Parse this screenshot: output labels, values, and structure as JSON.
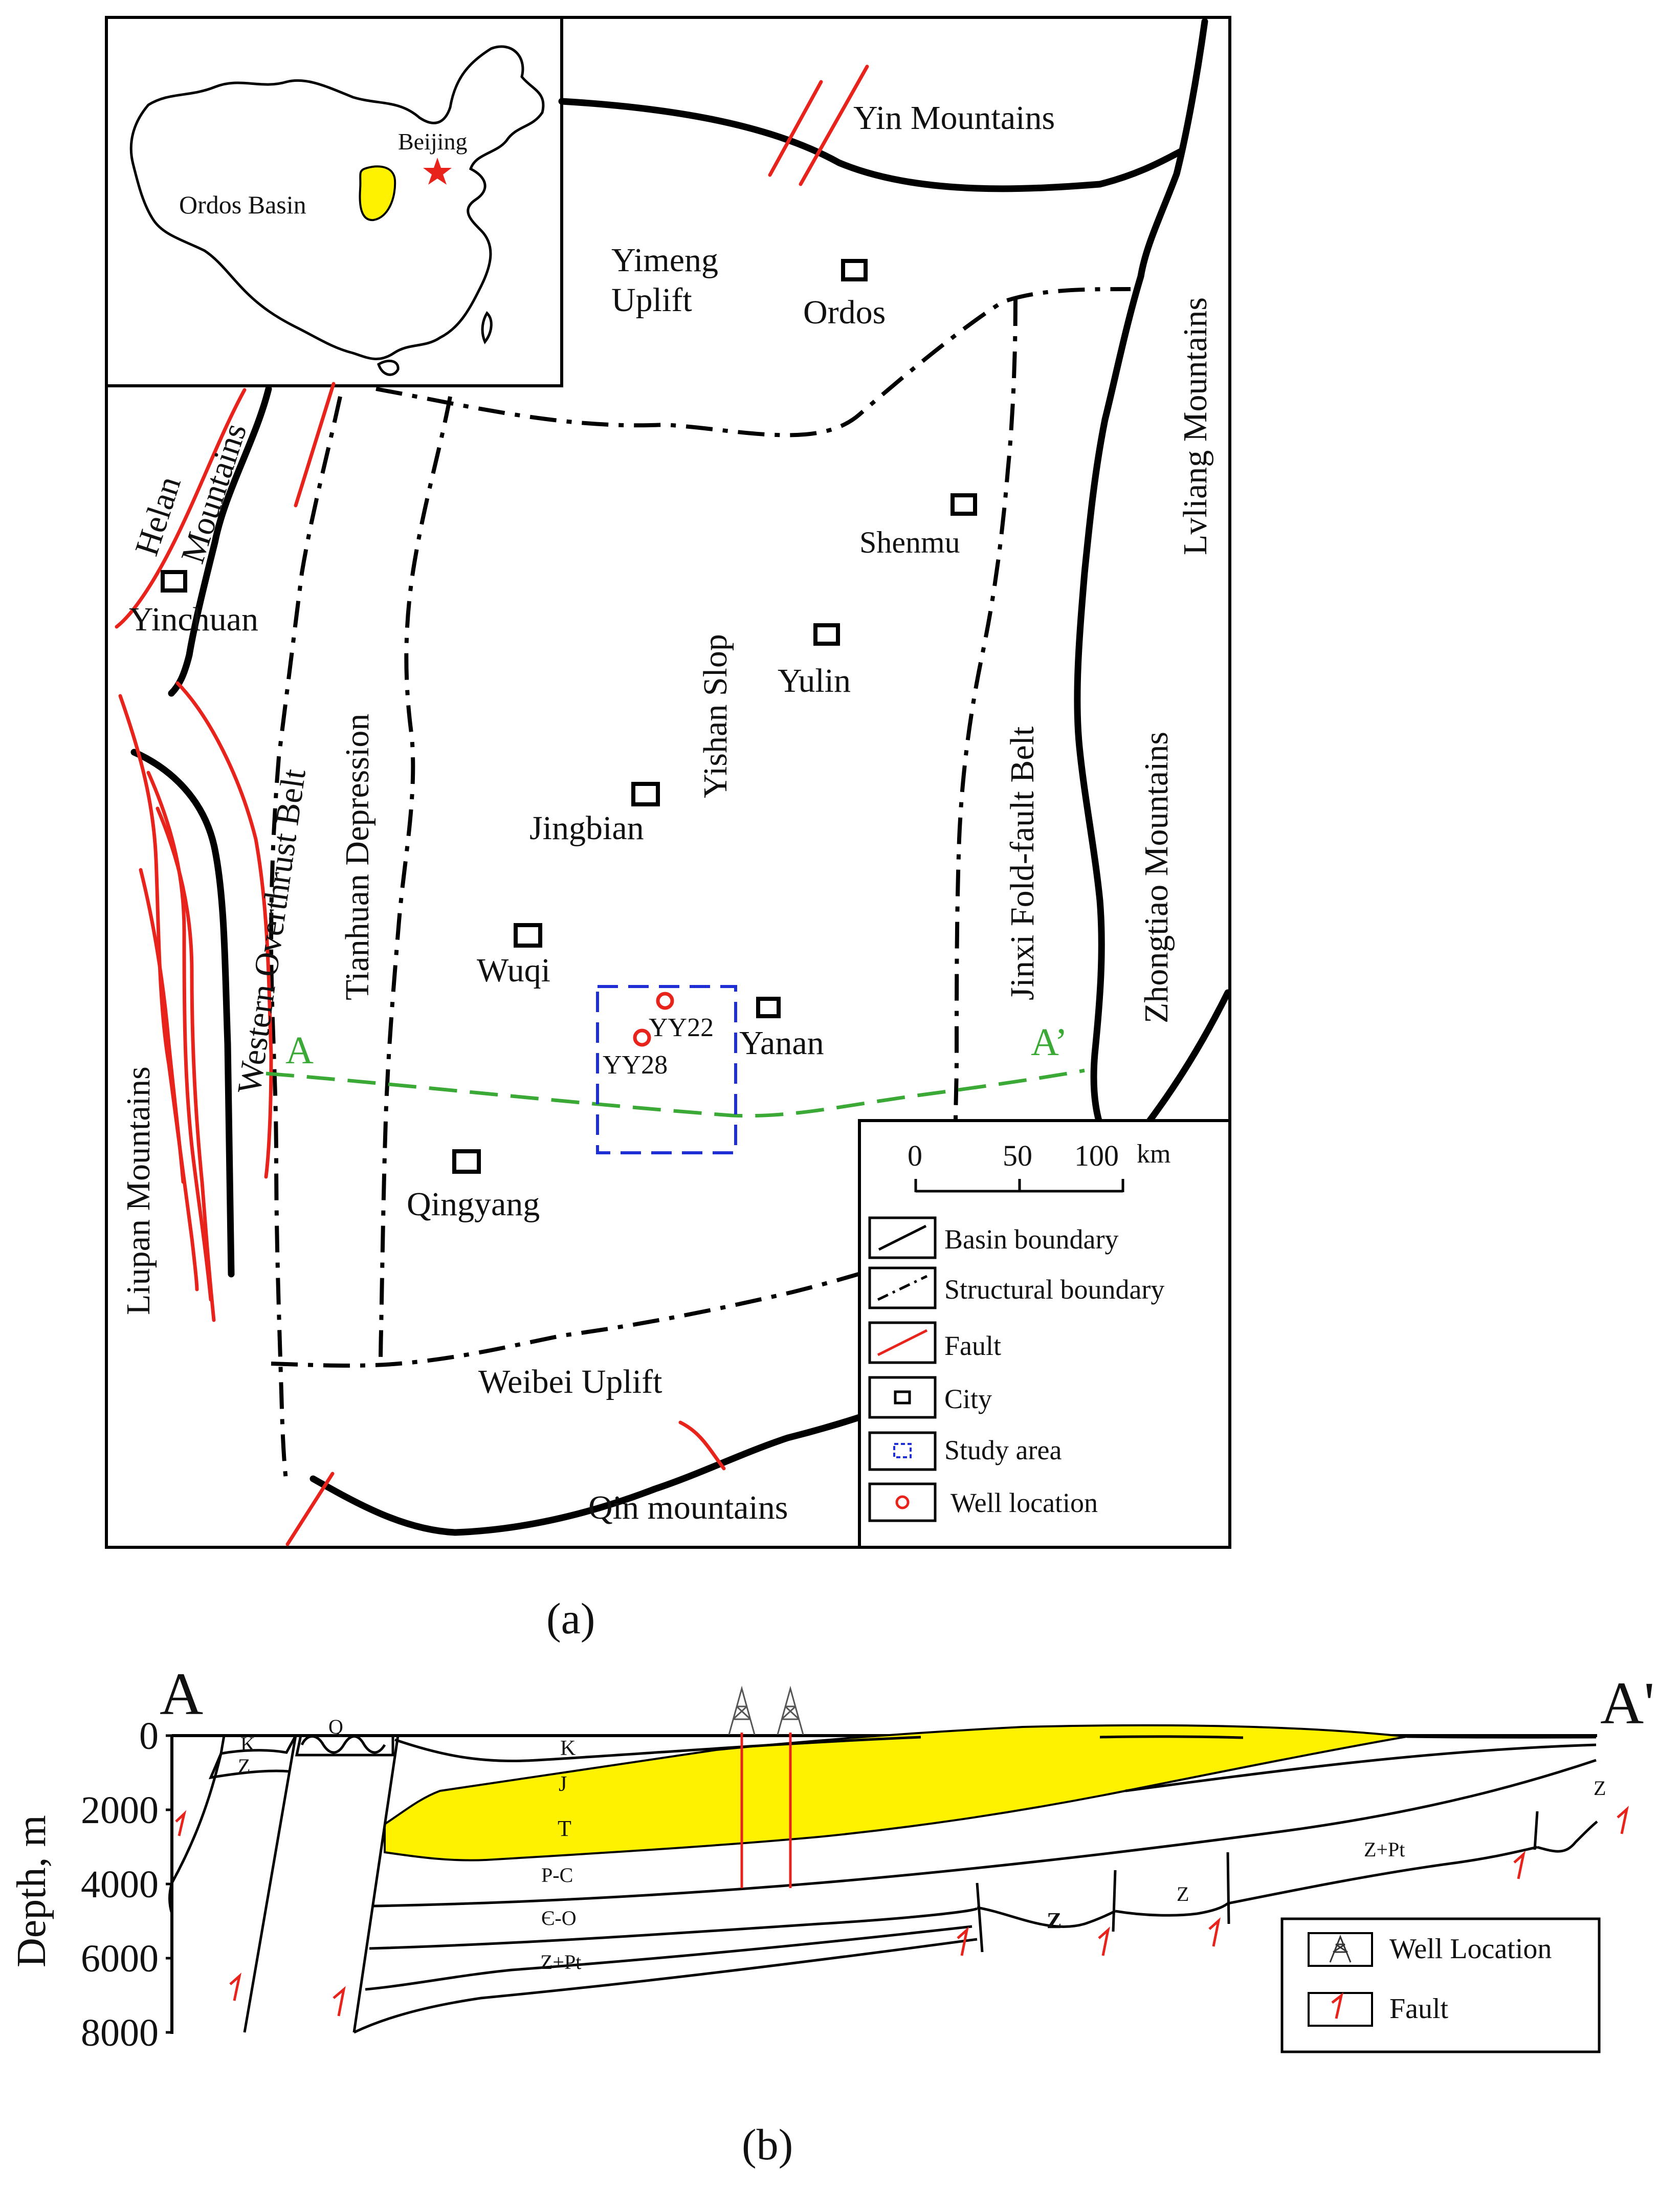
{
  "panel_a": {
    "caption": "(a)",
    "inset": {
      "basin_label": "Ordos Basin",
      "capital_label": "Beijing"
    },
    "mountains": {
      "yin": "Yin Mountains",
      "helan_1": "Helan",
      "helan_2": "Mountains",
      "lvliang": "Lvliang Mountains",
      "zhongtiao": "Zhongtiao Mountains",
      "liupan": "Liupan Mountains",
      "qin": "Qin mountains"
    },
    "units": {
      "yimeng_1": "Yimeng",
      "yimeng_2": "Uplift",
      "western_overthrust": "Western Overthrust Belt",
      "tianhuan": "Tianhuan Depression",
      "yishan": "Yishan Slop",
      "jinxi": "Jinxi Fold-fault Belt",
      "weibei": "Weibei Uplift"
    },
    "cities": {
      "ordos": "Ordos",
      "shenmu": "Shenmu",
      "yinchuan": "Yinchuan",
      "yulin": "Yulin",
      "jingbian": "Jingbian",
      "wuqi": "Wuqi",
      "yanan": "Yanan",
      "qingyang": "Qingyang"
    },
    "wells": {
      "w1": "YY22",
      "w2": "YY28"
    },
    "section_line": {
      "start": "A",
      "end": "A’"
    },
    "scale_bar": {
      "t0": "0",
      "t1": "50",
      "t2": "100",
      "unit": "km"
    },
    "legend": {
      "basin_boundary": "Basin boundary",
      "structural_boundary": "Structural boundary",
      "fault": "Fault",
      "city": "City",
      "study_area": "Study area",
      "well_location": "Well location"
    },
    "colors": {
      "basin_boundary": "#000000",
      "fault": "#e8231c",
      "section_line": "#3aa935",
      "study_area": "#1f2fd6",
      "well": "#e8231c",
      "ordos_basin_fill": "#fff200"
    }
  },
  "panel_b": {
    "caption": "(b)",
    "end_left": "A",
    "end_right": "A'",
    "y_axis_label": "Depth, m",
    "y_ticks": [
      "0",
      "2000",
      "4000",
      "6000",
      "8000"
    ],
    "formations": {
      "q": "Q",
      "k_left": "K",
      "z_left": "Z",
      "k": "K",
      "j": "J",
      "t": "T",
      "pc": "P-C",
      "co": "Є-O",
      "zpt_left": "Z+Pt",
      "z_mid1": "Z",
      "z_mid2": "Z",
      "zpt_right": "Z+Pt",
      "z_right": "Z"
    },
    "legend": {
      "well_location": "Well Location",
      "fault": "Fault"
    },
    "colors": {
      "reservoir_fill": "#fff200",
      "well": "#e8231c",
      "fault": "#e8231c"
    }
  }
}
